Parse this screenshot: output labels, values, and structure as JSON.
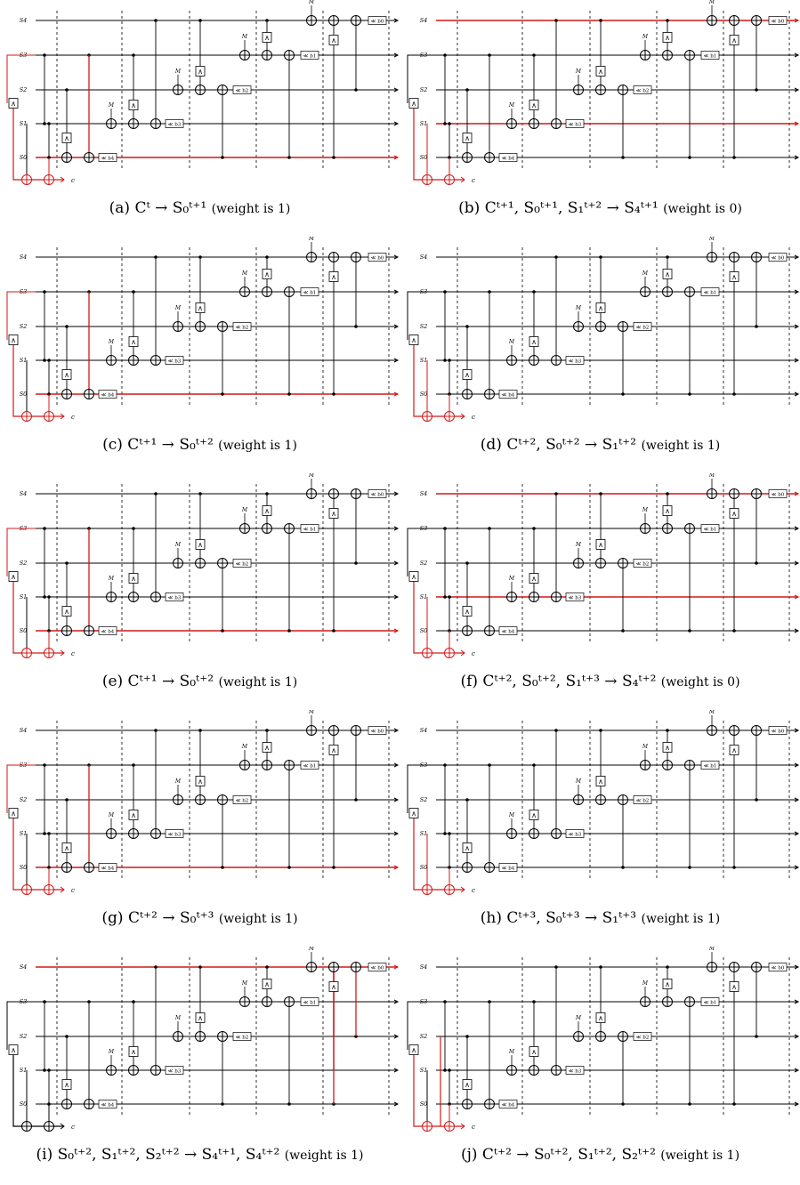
{
  "labels": {
    "wires": [
      "S4",
      "S3",
      "S2",
      "S1",
      "S0"
    ],
    "measure": "M",
    "and_gate": "∧",
    "output": "c",
    "shift_boxes": [
      "≪ b4",
      "≪ b3",
      "≪ b2",
      "≪ b1",
      "≪ b0"
    ]
  },
  "highlight_color": "#d11919",
  "panels": [
    {
      "id": "a",
      "tag": "(a)",
      "expr": "Cᵗ → S₀ᵗ⁺¹",
      "weight": "(weight is 1)"
    },
    {
      "id": "b",
      "tag": "(b)",
      "expr": "Cᵗ⁺¹, S₀ᵗ⁺¹, S₁ᵗ⁺² → S₄ᵗ⁺¹",
      "weight": "(weight is 0)"
    },
    {
      "id": "c",
      "tag": "(c)",
      "expr": "Cᵗ⁺¹ → S₀ᵗ⁺²",
      "weight": "(weight is 1)"
    },
    {
      "id": "d",
      "tag": "(d)",
      "expr": "Cᵗ⁺², S₀ᵗ⁺² → S₁ᵗ⁺²",
      "weight": "(weight is 1)"
    },
    {
      "id": "e",
      "tag": "(e)",
      "expr": "Cᵗ⁺¹ → S₀ᵗ⁺²",
      "weight": "(weight is 1)"
    },
    {
      "id": "f",
      "tag": "(f)",
      "expr": "Cᵗ⁺², S₀ᵗ⁺², S₁ᵗ⁺³ → S₄ᵗ⁺²",
      "weight": "(weight is 0)"
    },
    {
      "id": "g",
      "tag": "(g)",
      "expr": "Cᵗ⁺² → S₀ᵗ⁺³",
      "weight": "(weight is 1)"
    },
    {
      "id": "h",
      "tag": "(h)",
      "expr": "Cᵗ⁺³, S₀ᵗ⁺³ → S₁ᵗ⁺³",
      "weight": "(weight is 1)"
    },
    {
      "id": "i",
      "tag": "(i)",
      "expr": "S₀ᵗ⁺², S₁ᵗ⁺², S₂ᵗ⁺² → S₄ᵗ⁺¹, S₄ᵗ⁺²",
      "weight": "(weight is 1)"
    },
    {
      "id": "j",
      "tag": "(j)",
      "expr": "Cᵗ⁺² → S₀ᵗ⁺², S₁ᵗ⁺², S₂ᵗ⁺²",
      "weight": "(weight is 1)"
    }
  ]
}
